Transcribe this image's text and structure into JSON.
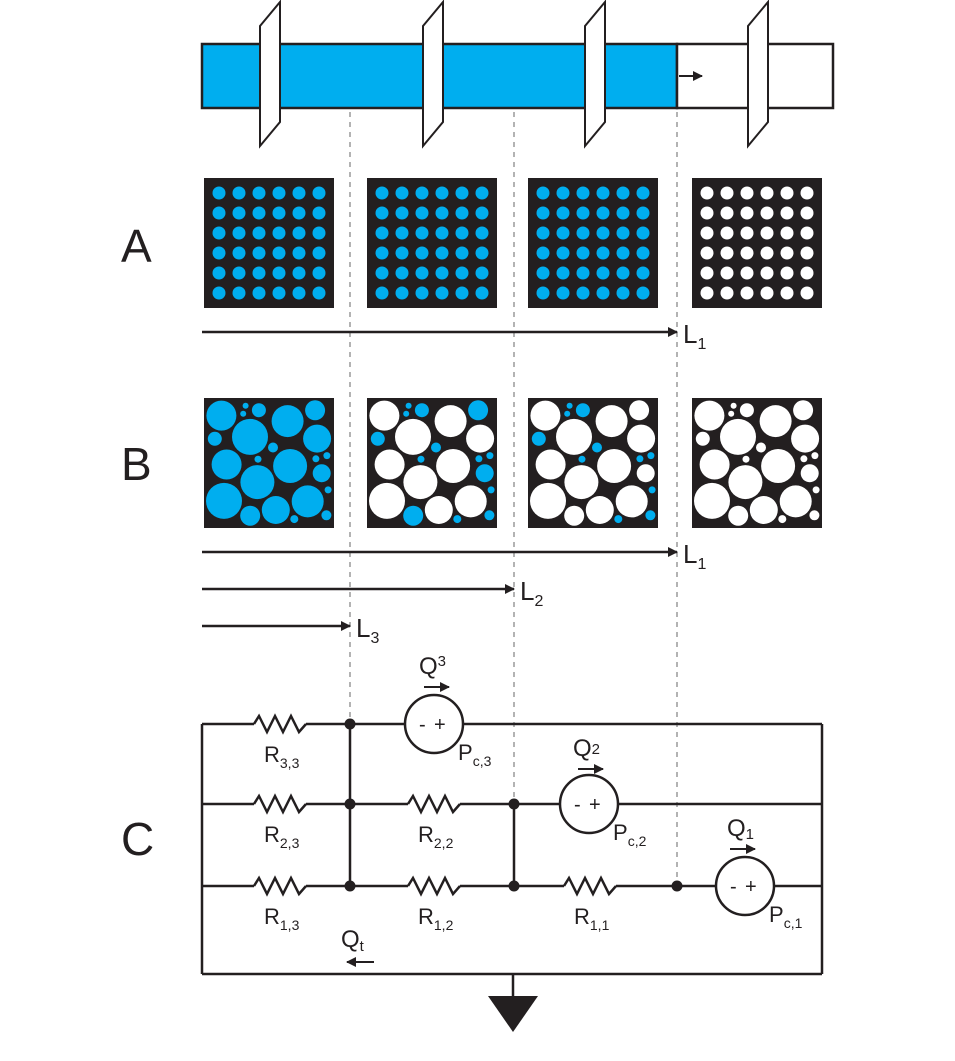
{
  "colors": {
    "water": "#00aeef",
    "ink": "#231f20",
    "guide": "#b3b3b3",
    "background": "#ffffff"
  },
  "panels": {
    "a": "A",
    "b": "B",
    "c": "C"
  },
  "lengths": {
    "L1": {
      "main": "L",
      "sub": "1"
    },
    "L2": {
      "main": "L",
      "sub": "2"
    },
    "L3": {
      "main": "L",
      "sub": "3"
    }
  },
  "circuit": {
    "resistors": {
      "R33": {
        "main": "R",
        "sub": "3,3"
      },
      "R23": {
        "main": "R",
        "sub": "2,3"
      },
      "R22": {
        "main": "R",
        "sub": "2,2"
      },
      "R13": {
        "main": "R",
        "sub": "1,3"
      },
      "R12": {
        "main": "R",
        "sub": "1,2"
      },
      "R11": {
        "main": "R",
        "sub": "1,1"
      }
    },
    "flows": {
      "Q3": {
        "main": "Q",
        "sub": "3"
      },
      "Q2": {
        "main": "Q",
        "sub": "2"
      },
      "Q1": {
        "main": "Q",
        "sub": "1"
      },
      "Qt": {
        "main": "Q",
        "sub": "t"
      }
    },
    "pressures": {
      "Pc3": {
        "main": "P",
        "sub": "c,3"
      },
      "Pc2": {
        "main": "P",
        "sub": "c,2"
      },
      "Pc1": {
        "main": "P",
        "sub": "c,1"
      }
    },
    "source_signs": {
      "minus": "-",
      "plus": "+"
    }
  }
}
